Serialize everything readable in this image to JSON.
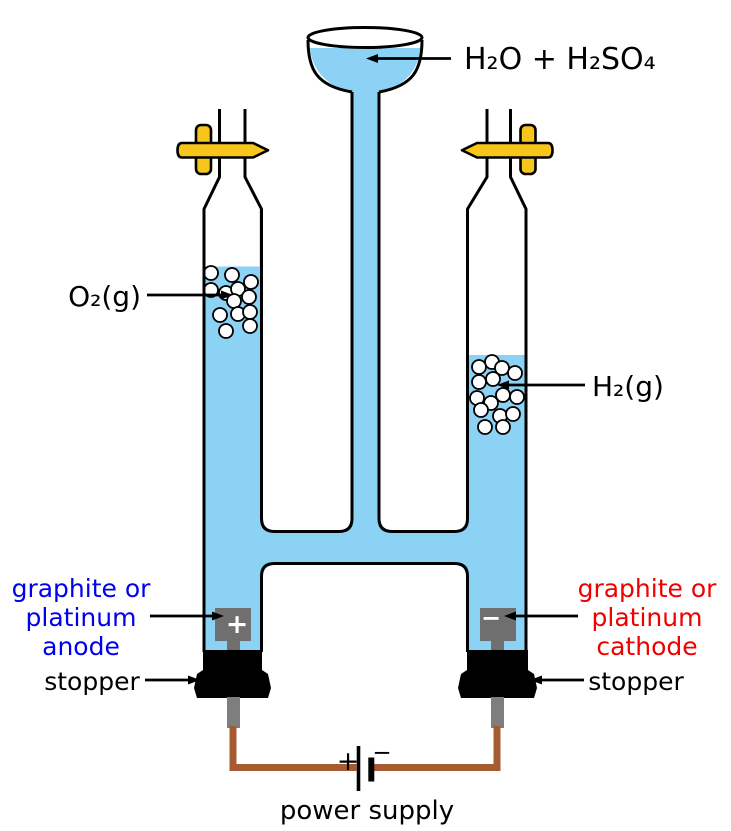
{
  "diagram_type": "electrolysis-of-water-apparatus",
  "colors": {
    "liquid": "#8CD2F5",
    "stopcock": "#F8C51B",
    "wire": "#A65B33",
    "electrode": "#6F6F6F",
    "wire_stem": "#7E7E7E",
    "anode_text": "#0000F0",
    "cathode_text": "#F00000",
    "outline": "#000000"
  },
  "labels": {
    "solution": "H₂O + H₂SO₄",
    "oxygen_gas": "O₂(g)",
    "hydrogen_gas": "H₂(g)",
    "anode": {
      "lines": [
        "graphite or",
        "platinum",
        "anode"
      ]
    },
    "cathode": {
      "lines": [
        "graphite or",
        "platinum",
        "cathode"
      ]
    },
    "left_stopper": "stopper",
    "right_stopper": "stopper",
    "power_supply": "power supply",
    "battery_positive": "+",
    "battery_negative": "−",
    "anode_sign": "+",
    "cathode_sign": "−"
  },
  "bubbles": {
    "left": [
      [
        211,
        273
      ],
      [
        232,
        275
      ],
      [
        251,
        282
      ],
      [
        211,
        290
      ],
      [
        226,
        293
      ],
      [
        238,
        289
      ],
      [
        249,
        297
      ],
      [
        234,
        301
      ],
      [
        220,
        315
      ],
      [
        238,
        314
      ],
      [
        250,
        312
      ],
      [
        250,
        326
      ],
      [
        226,
        331
      ]
    ],
    "right": [
      [
        492,
        362
      ],
      [
        479,
        367
      ],
      [
        502,
        368
      ],
      [
        515,
        373
      ],
      [
        479,
        382
      ],
      [
        493,
        379
      ],
      [
        503,
        395
      ],
      [
        477,
        398
      ],
      [
        517,
        397
      ],
      [
        491,
        403
      ],
      [
        481,
        410
      ],
      [
        500,
        416
      ],
      [
        513,
        414
      ],
      [
        485,
        427
      ],
      [
        503,
        427
      ]
    ]
  }
}
